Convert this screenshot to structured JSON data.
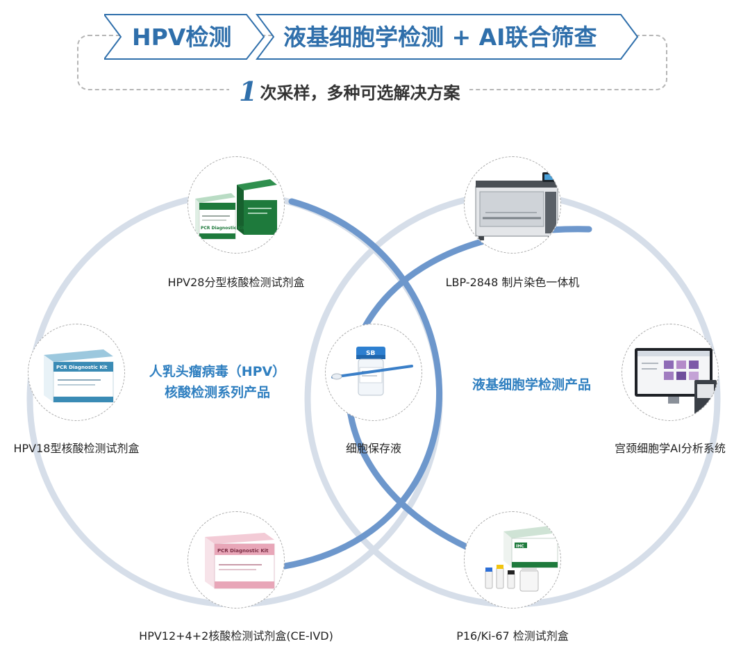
{
  "header": {
    "tag_hpv": "HPV检测",
    "tag_lbc_ai": "液基细胞学检测 + AI联合筛查",
    "subtitle_number": "1",
    "subtitle_text": "次采样，多种可选解决方案"
  },
  "groups": {
    "hpv_line1": "人乳头瘤病毒（HPV）",
    "hpv_line2": "核酸检测系列产品",
    "lbc": "液基细胞学检测产品"
  },
  "center_product": {
    "caption": "细胞保存液",
    "vial_label": "SB"
  },
  "products": {
    "hpv28": {
      "caption": "HPV28分型核酸检测试剂盒",
      "box_label": "PCR Diagnostic Kit"
    },
    "hpv18": {
      "caption": "HPV18型核酸检测试剂盒",
      "box_label": "PCR Diagnostic Kit"
    },
    "hpv12": {
      "caption": "HPV12+4+2核酸检测试剂盒(CE-IVD)",
      "box_label": "PCR Diagnostic Kit"
    },
    "lbp2848": {
      "caption": "LBP-2848 制片染色一体机"
    },
    "ai_system": {
      "caption": "宫颈细胞学AI分析系统"
    },
    "p16": {
      "caption": "P16/Ki-67 检测试剂盒",
      "box_label": "IHC"
    }
  },
  "colors": {
    "brand_blue": "#2f6fab",
    "accent_blue": "#2f7fc0",
    "ring_light": "#d6dee9",
    "arc_blue": "#6d97cc",
    "kit_green": "#1e7a3c",
    "kit_teal": "#3a8bb5",
    "kit_pink": "#e8a6b8"
  }
}
